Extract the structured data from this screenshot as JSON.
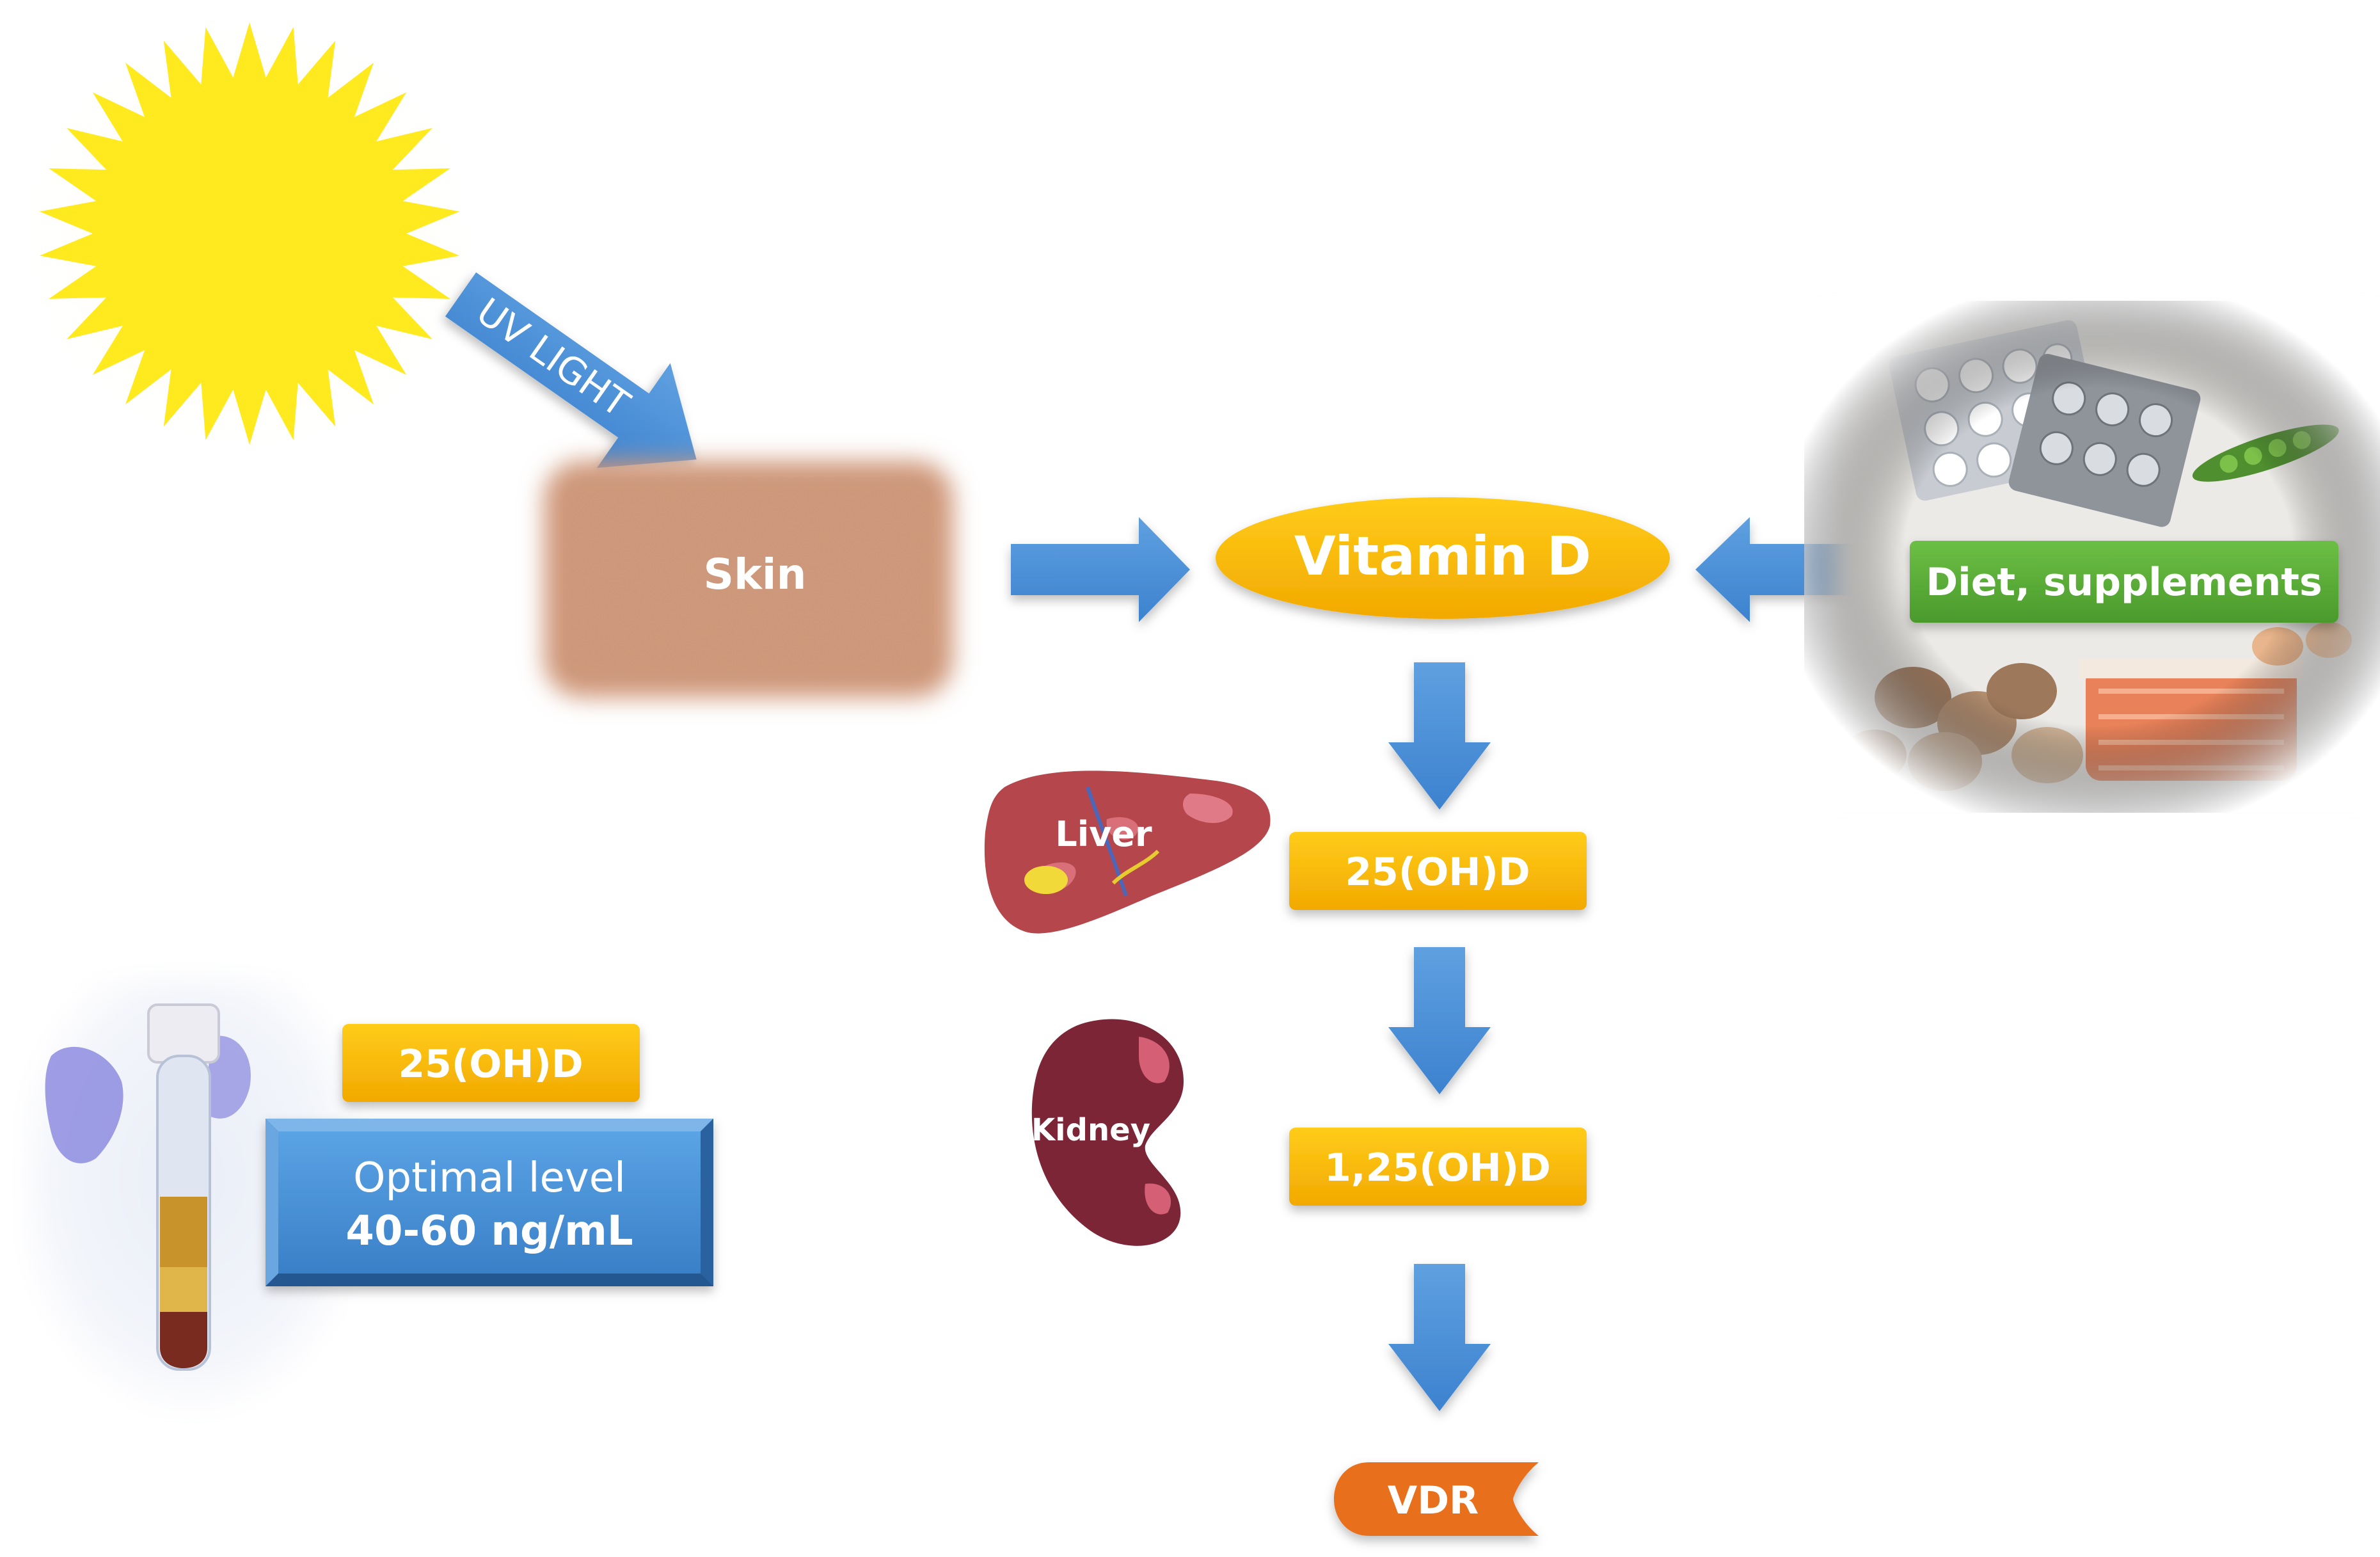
{
  "labels": {
    "uv_light": "UV LIGHT",
    "skin": "Skin",
    "vitamin_d": "Vitamin D",
    "diet_supplements": "Diet, supplements",
    "liver": "Liver",
    "kidney": "Kidney",
    "metabolite_25": "25(OH)D",
    "metabolite_125": "1,25(OH)D",
    "vdr": "VDR"
  },
  "test_panel": {
    "badge": "25(OH)D",
    "optimal_label": "Optimal level",
    "optimal_value": "40-60 ng/mL"
  },
  "colors": {
    "sun": "#ffe625",
    "arrow": "#4a90d9",
    "gold_box": "#f5b800",
    "vitamin_ellipse": "#f2b705",
    "diet_box": "#58a83a",
    "vdr": "#e66d1c",
    "liver": "#b54b4e",
    "kidney": "#7d2535",
    "optimal_box": "#3f89d1",
    "skin": "#c88a6d"
  },
  "icons": [
    "sun-icon",
    "skin-texture",
    "food-supplements-photo",
    "liver-icon",
    "kidney-icon",
    "blood-tube-photo"
  ]
}
